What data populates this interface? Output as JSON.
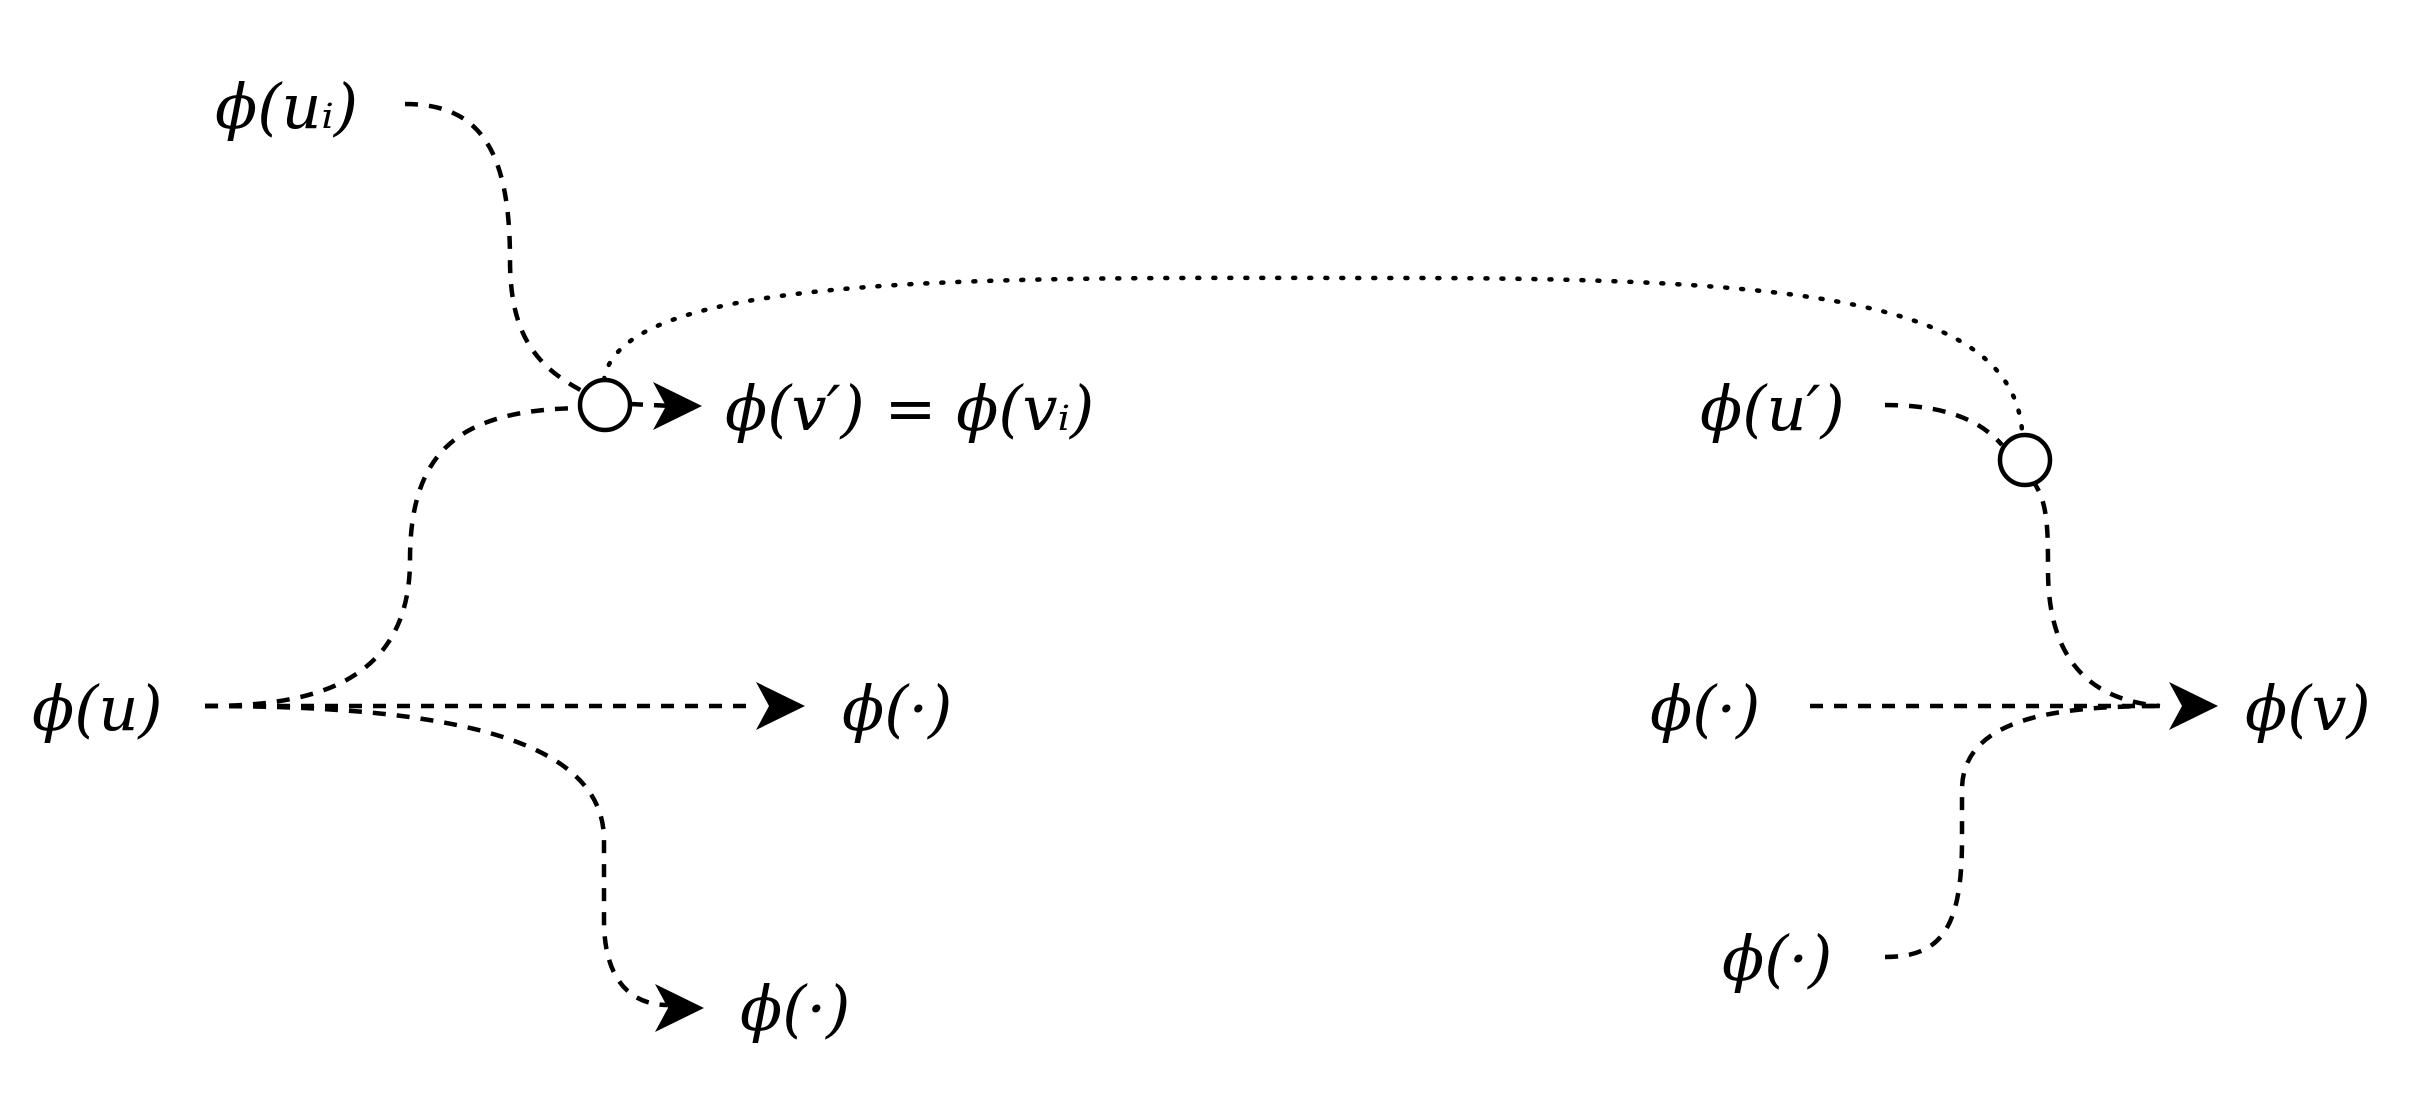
{
  "diagram": {
    "nodes": {
      "phi_ui": "ϕ(uᵢ)",
      "phi_v_prime_eq": "ϕ(v′) = ϕ(vᵢ)",
      "phi_u": "ϕ(u)",
      "phi_dot_mid": "ϕ(·)",
      "phi_dot_bottom_left": "ϕ(·)",
      "phi_u_prime": "ϕ(u′)",
      "phi_dot_right": "ϕ(·)",
      "phi_v": "ϕ(v)",
      "phi_dot_bottom_right": "ϕ(·)"
    },
    "edges": [
      {
        "from": "phi_ui",
        "to": "junction_left",
        "style": "dashed"
      },
      {
        "from": "phi_u",
        "to": "junction_left",
        "style": "dashed"
      },
      {
        "from": "junction_left",
        "to": "phi_v_prime_eq",
        "style": "dashed",
        "arrow": true
      },
      {
        "from": "phi_u",
        "to": "phi_dot_mid",
        "style": "dashed",
        "arrow": true
      },
      {
        "from": "phi_u",
        "to": "phi_dot_bottom_left",
        "style": "dashed",
        "arrow": true
      },
      {
        "from": "junction_left",
        "to": "junction_right",
        "style": "dotted"
      },
      {
        "from": "phi_u_prime",
        "to": "junction_right",
        "style": "dashed"
      },
      {
        "from": "junction_right",
        "to": "phi_v",
        "style": "dashed",
        "arrow": true
      },
      {
        "from": "phi_dot_right",
        "to": "phi_v",
        "style": "dashed",
        "arrow": true
      },
      {
        "from": "phi_dot_bottom_right",
        "to": "phi_v",
        "style": "dashed",
        "arrow": true
      }
    ]
  }
}
